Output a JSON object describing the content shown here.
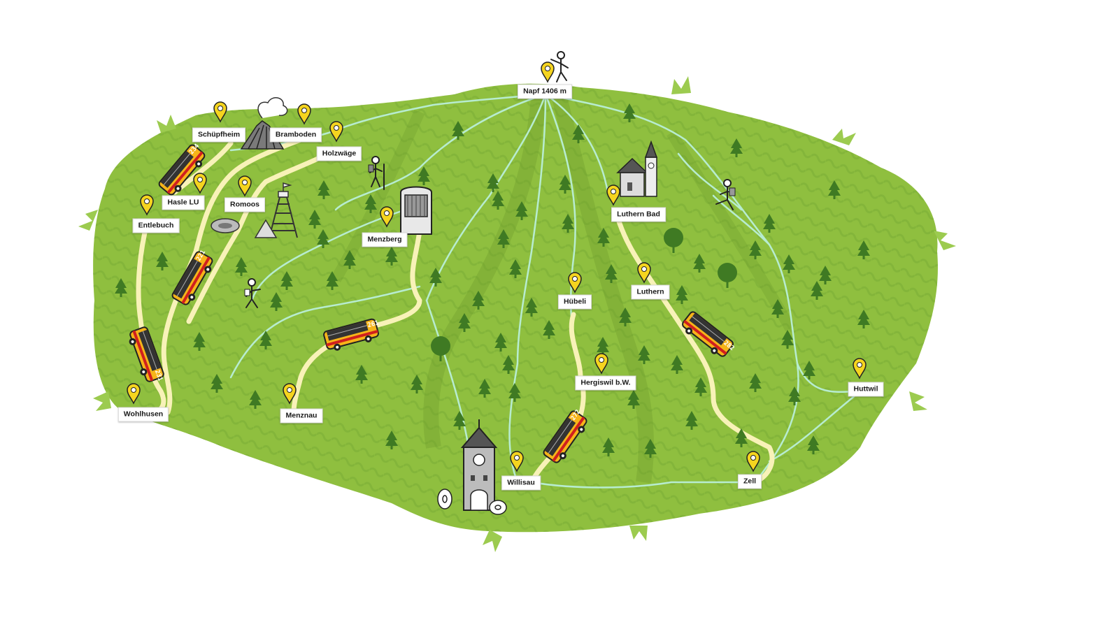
{
  "map": {
    "colors": {
      "land": "#8fbf3f",
      "land_light": "#a9d25a",
      "land_dark": "#6c9a2a",
      "ridge": "#76a833",
      "bus_route": "#f8f2b8",
      "hiking_trail": "#b7ecd0",
      "pin": "#f5d41f",
      "tree": "#3f7a23",
      "bus_body": "#f6b419"
    },
    "places": [
      {
        "id": "napf",
        "name": "Napf 1406 m"
      },
      {
        "id": "schuepfheim",
        "name": "Schüpfheim"
      },
      {
        "id": "bramboden",
        "name": "Bramboden"
      },
      {
        "id": "holzwaege",
        "name": "Holzwäge"
      },
      {
        "id": "hasle",
        "name": "Hasle LU"
      },
      {
        "id": "romoos",
        "name": "Romoos"
      },
      {
        "id": "entlebuch",
        "name": "Entlebuch"
      },
      {
        "id": "menzberg",
        "name": "Menzberg"
      },
      {
        "id": "luthern-bad",
        "name": "Luthern Bad"
      },
      {
        "id": "huebeli",
        "name": "Hübeli"
      },
      {
        "id": "luthern",
        "name": "Luthern"
      },
      {
        "id": "hergiswil",
        "name": "Hergiswil b.W."
      },
      {
        "id": "huttwil",
        "name": "Huttwil"
      },
      {
        "id": "wohlhusen",
        "name": "Wohlhusen"
      },
      {
        "id": "menznau",
        "name": "Menznau"
      },
      {
        "id": "willisau",
        "name": "Willisau"
      },
      {
        "id": "zell",
        "name": "Zell"
      }
    ],
    "bus_lines": [
      {
        "id": "bus-234",
        "number": "234"
      },
      {
        "id": "bus-221",
        "number": "221"
      },
      {
        "id": "bus-231",
        "number": "231"
      },
      {
        "id": "bus-261",
        "number": "261"
      },
      {
        "id": "bus-272",
        "number": "272"
      },
      {
        "id": "bus-282",
        "number": "282"
      }
    ]
  }
}
